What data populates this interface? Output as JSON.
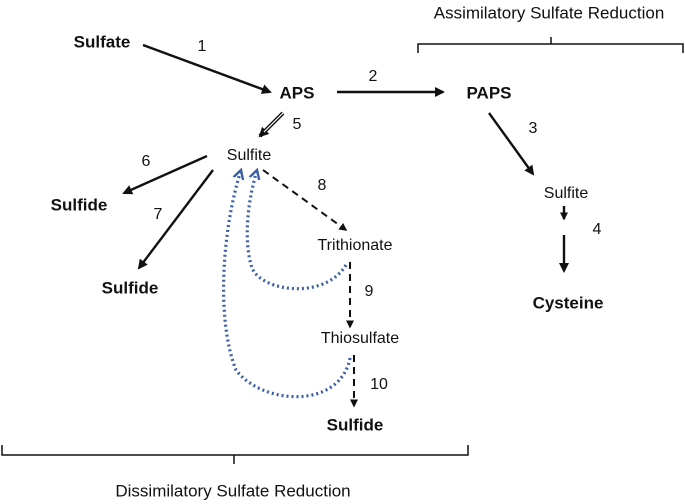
{
  "brackets": {
    "assimilatory_label": "Assimilatory Sulfate Reduction",
    "dissimilatory_label": "Dissimilatory Sulfate Reduction"
  },
  "nodes": {
    "sulfate": "Sulfate",
    "aps": "APS",
    "paps": "PAPS",
    "sulfite_dissim": "Sulfite",
    "sulfite_assim": "Sulfite",
    "sulfide_6": "Sulfide",
    "sulfide_7": "Sulfide",
    "trithionate": "Trithionate",
    "thiosulfate": "Thiosulfate",
    "sulfide_10": "Sulfide",
    "cysteine": "Cysteine"
  },
  "steps": {
    "s1": "1",
    "s2": "2",
    "s3": "3",
    "s4": "4",
    "s5": "5",
    "s6": "6",
    "s7": "7",
    "s8": "8",
    "s9": "9",
    "s10": "10"
  },
  "colors": {
    "solid_arrow": "#111111",
    "dashed_arrow": "#111111",
    "recycle_arrow": "#3a5ea8",
    "bracket": "#111111"
  }
}
